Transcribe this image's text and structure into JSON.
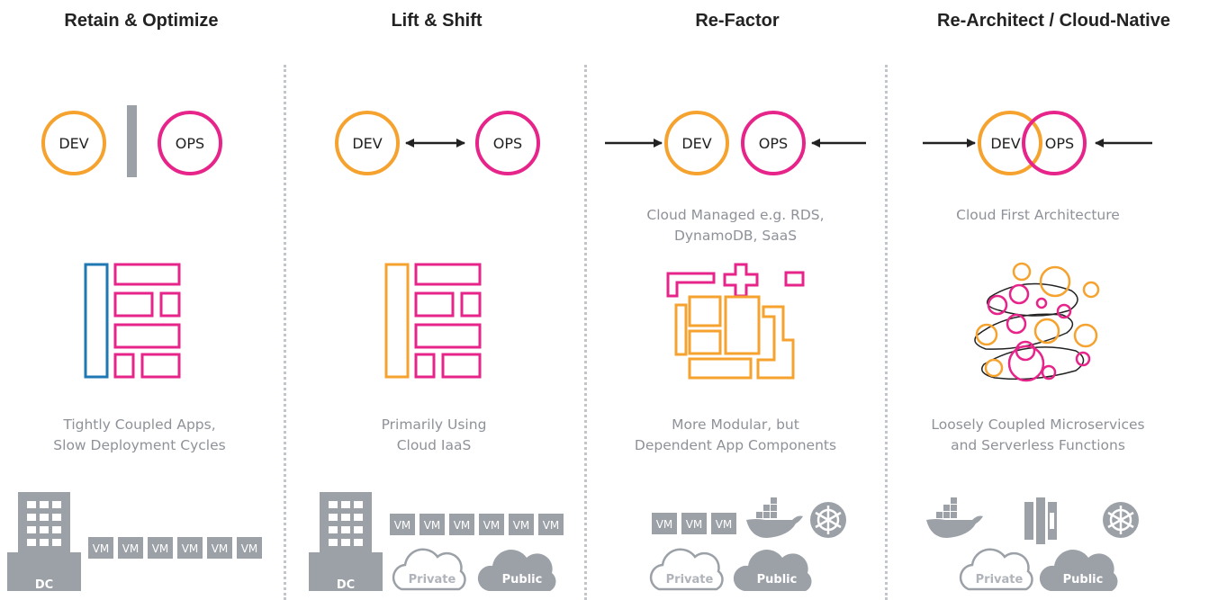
{
  "columns": [
    {
      "title": "Retain & Optimize",
      "caption": [
        "Tightly Coupled Apps,",
        "Slow Deployment Cycles"
      ],
      "circles": [
        "DEV",
        "OPS"
      ],
      "infra": {
        "building": "DC",
        "vms": [
          "VM",
          "VM",
          "VM",
          "VM",
          "VM",
          "VM"
        ]
      }
    },
    {
      "title": "Lift & Shift",
      "caption": [
        "Primarily Using",
        "Cloud IaaS"
      ],
      "circles": [
        "DEV",
        "OPS"
      ],
      "infra": {
        "building": "DC",
        "vms": [
          "VM",
          "VM",
          "VM",
          "VM",
          "VM",
          "VM"
        ],
        "clouds": [
          "Private",
          "Public"
        ]
      }
    },
    {
      "title": "Re-Factor",
      "subcaption": [
        "Cloud Managed e.g. RDS,",
        "DynamoDB, SaaS"
      ],
      "caption": [
        "More Modular, but",
        "Dependent App Components"
      ],
      "circles": [
        "DEV",
        "OPS"
      ],
      "infra": {
        "vms": [
          "VM",
          "VM",
          "VM"
        ],
        "clouds": [
          "Private",
          "Public"
        ]
      }
    },
    {
      "title": "Re-Architect / Cloud-Native",
      "subcaption": [
        "Cloud First Architecture"
      ],
      "caption": [
        "Loosely Coupled Microservices",
        "and Serverless Functions"
      ],
      "circles": [
        "DEV",
        "OPS"
      ],
      "infra": {
        "clouds": [
          "Private",
          "Public"
        ]
      }
    }
  ],
  "colors": {
    "dev": "#f5a22f",
    "ops": "#e6248a",
    "blue": "#1f77b4",
    "gray": "#9ca1a8",
    "dark": "#222222",
    "caption": "#8e9298"
  },
  "icons": [
    "building-icon",
    "docker-whale-icon",
    "kubernetes-helm-icon",
    "lambda-function-icon",
    "cloud-icon"
  ]
}
